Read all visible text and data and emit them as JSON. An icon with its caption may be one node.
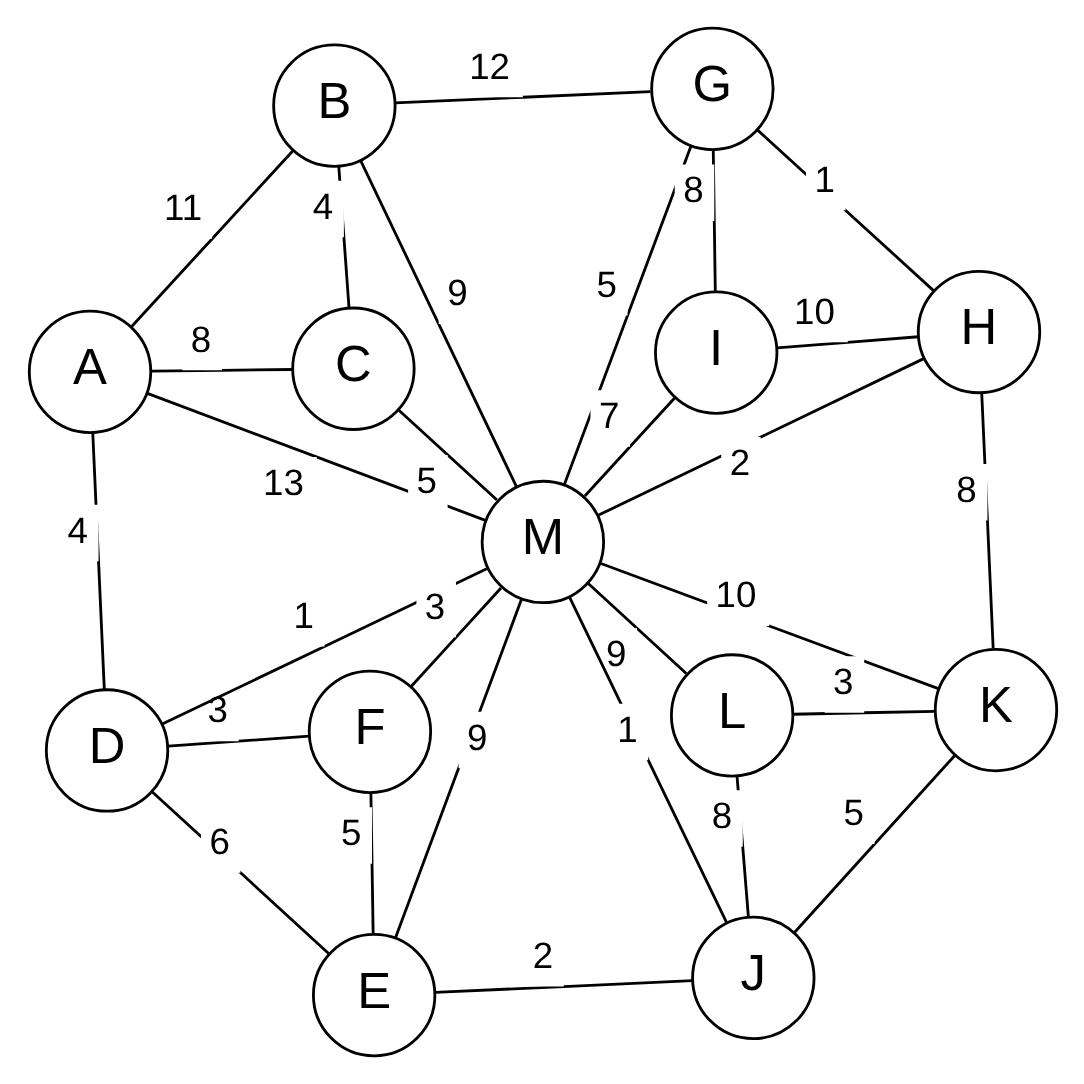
{
  "diagram": {
    "nodes": [
      {
        "text": [
          "A"
        ]
      },
      {
        "text": [
          "B"
        ]
      },
      {
        "text": [
          "C"
        ]
      },
      {
        "text": [
          "D"
        ]
      },
      {
        "text": [
          "G"
        ]
      },
      {
        "text": [
          "F"
        ]
      },
      {
        "text": [
          "M"
        ]
      },
      {
        "text": [
          "I"
        ]
      },
      {
        "text": [
          "E"
        ]
      },
      {
        "text": [
          "H"
        ]
      },
      {
        "text": [
          "L"
        ]
      },
      {
        "text": [
          "J"
        ]
      },
      {
        "text": [
          "K"
        ]
      }
    ],
    "edges": [
      {
        "from": 0,
        "to": 1,
        "arrow": "none",
        "label": "11"
      },
      {
        "from": 0,
        "to": 2,
        "arrow": "none",
        "label": "8"
      },
      {
        "from": 1,
        "to": 2,
        "arrow": "none",
        "label": "4"
      },
      {
        "from": 0,
        "to": 3,
        "arrow": "none",
        "label": "4"
      },
      {
        "from": 0,
        "to": 6,
        "arrow": "none",
        "label": "13"
      },
      {
        "from": 1,
        "to": 6,
        "arrow": "none",
        "label": "9"
      },
      {
        "from": 2,
        "to": 6,
        "arrow": "none",
        "label": "5"
      },
      {
        "from": 1,
        "to": 4,
        "arrow": "none",
        "label": "12"
      },
      {
        "from": 3,
        "to": 6,
        "arrow": "none",
        "label": "1"
      },
      {
        "from": 3,
        "to": 5,
        "arrow": "none",
        "label": "3"
      },
      {
        "from": 3,
        "to": 8,
        "arrow": "none",
        "label": "6"
      },
      {
        "from": 5,
        "to": 6,
        "arrow": "none",
        "label": "3"
      },
      {
        "from": 5,
        "to": 8,
        "arrow": "none",
        "label": "5"
      },
      {
        "from": 8,
        "to": 6,
        "arrow": "none",
        "label": "9"
      },
      {
        "from": 4,
        "to": 6,
        "arrow": "none",
        "label": "5"
      },
      {
        "from": 4,
        "to": 7,
        "arrow": "none",
        "label": "8"
      },
      {
        "from": 4,
        "to": 9,
        "arrow": "none",
        "label": "1"
      },
      {
        "from": 7,
        "to": 6,
        "arrow": "none",
        "label": "7"
      },
      {
        "from": 7,
        "to": 9,
        "arrow": "none",
        "label": "10"
      },
      {
        "from": 9,
        "to": 6,
        "arrow": "none",
        "label": "2"
      },
      {
        "from": 8,
        "to": 11,
        "arrow": "none",
        "label": "2"
      },
      {
        "from": 9,
        "to": 12,
        "arrow": "none",
        "label": "8"
      },
      {
        "from": 6,
        "to": 11,
        "arrow": "none",
        "label": "1"
      },
      {
        "from": 6,
        "to": 10,
        "arrow": "none",
        "label": "9"
      },
      {
        "from": 6,
        "to": 12,
        "arrow": "none",
        "label": "10"
      },
      {
        "from": 10,
        "to": 11,
        "arrow": "none",
        "label": "8"
      },
      {
        "from": 10,
        "to": 12,
        "arrow": "none",
        "label": "3"
      },
      {
        "from": 11,
        "to": 12,
        "arrow": "none",
        "label": "5"
      }
    ]
  }
}
